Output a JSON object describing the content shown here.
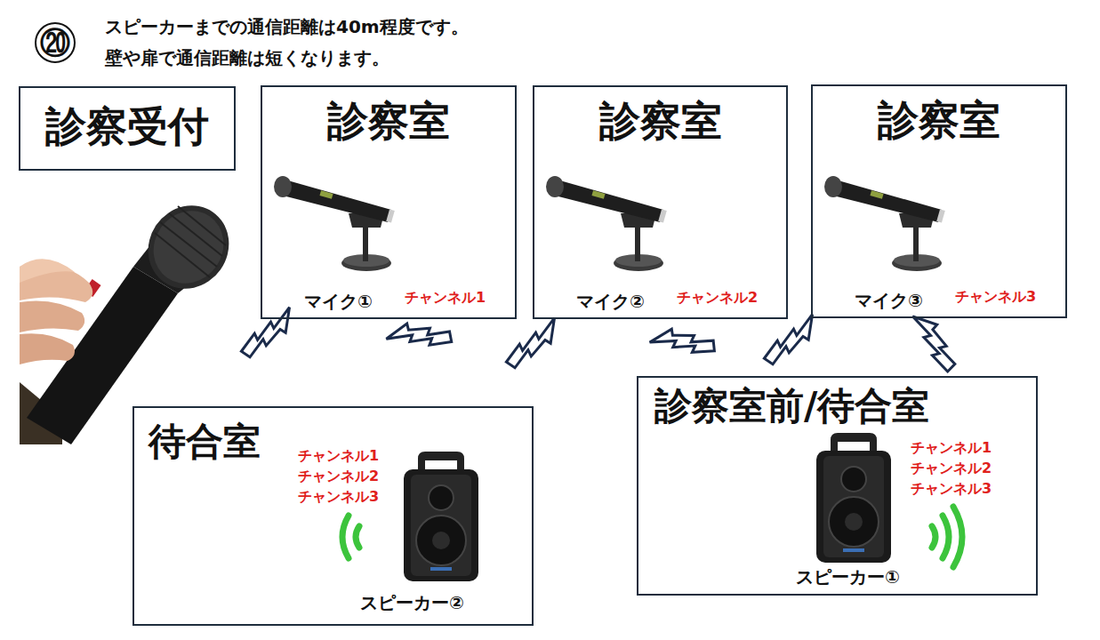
{
  "diagram": {
    "nodes": [
      {
        "text": [
          "診察受付"
        ]
      },
      {
        "text": [
          "診察室",
          "マイク①",
          "チャンネル1"
        ]
      },
      {
        "text": [
          "診察室",
          "マイク②",
          "チャンネル2"
        ]
      },
      {
        "text": [
          "診察室",
          "マイク③",
          "チャンネル3"
        ]
      },
      {
        "text": [
          "待合室",
          "チャンネル1",
          "チャンネル2",
          "チャンネル3",
          "スピーカー②"
        ]
      },
      {
        "text": [
          "診察室前/待合室",
          "チャンネル1",
          "チャンネル2",
          "チャンネル3",
          "スピーカー①"
        ]
      }
    ],
    "labels": [
      "⑳",
      "スピーカーまでの通信距離は40m程度です。",
      "壁や扉で通信距離は短くなります。"
    ]
  }
}
